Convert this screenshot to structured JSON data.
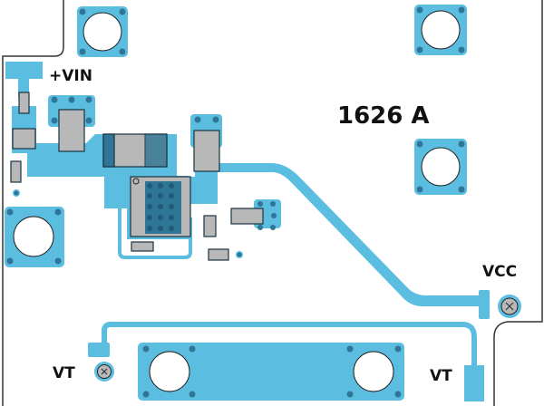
{
  "labels": {
    "vin": "+VIN",
    "part_number": "1626 A",
    "vcc": "VCC",
    "vt_left": "VT",
    "vt_right": "VT"
  },
  "colors": {
    "copper": "#5bbde0",
    "pad_dark": "#2f7596",
    "component": "#b8b8b8",
    "outline": "#333333",
    "text": "#111111"
  }
}
